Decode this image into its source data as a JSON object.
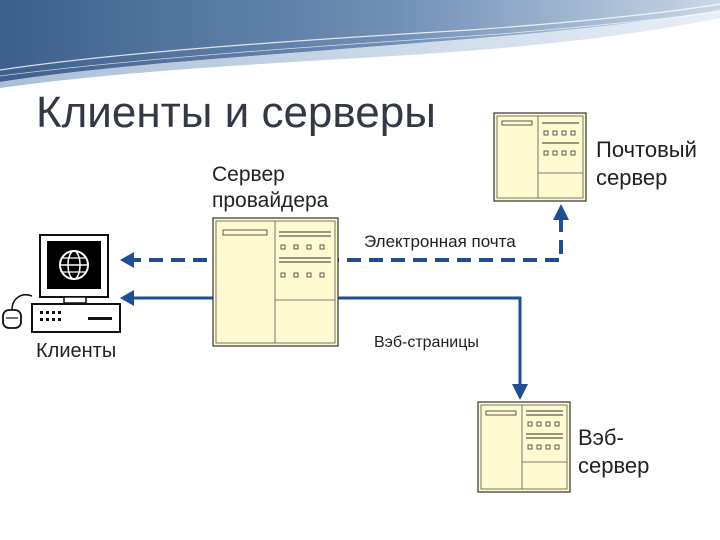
{
  "title": "Клиенты и серверы",
  "labels": {
    "isp_server": "Сервер\nпровайдера",
    "mail_server": "Почтовый\nсервер",
    "web_server": "Вэб-\nсервер",
    "clients": "Клиенты",
    "email_link": "Электронная почта",
    "webpages_link": "Вэб-страницы"
  },
  "colors": {
    "server_fill": "#fffbd0",
    "server_stroke": "#333333",
    "arrow": "#1f4e96",
    "banner_dark": "#4f6f98",
    "banner_light": "#9fb8d2"
  },
  "icons": {
    "server": "server-rack-icon",
    "client": "desktop-computer-icon",
    "globe": "globe-icon"
  }
}
